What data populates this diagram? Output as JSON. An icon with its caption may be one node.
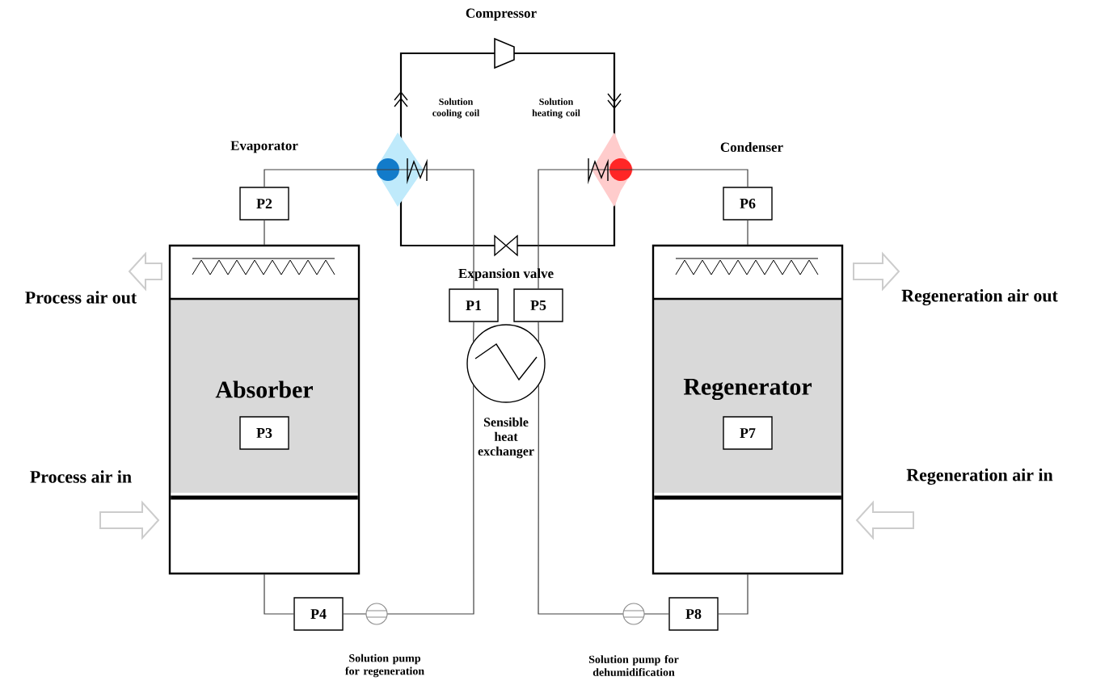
{
  "diagram": {
    "nodes": [
      {
        "text": [
          "Absorber"
        ]
      },
      {
        "text": [
          "P3"
        ],
        "in": 0
      },
      {
        "text": [
          "Regenerator"
        ]
      },
      {
        "text": [
          "P7"
        ],
        "in": 2
      },
      {
        "text": [
          "P2"
        ],
        "beside": [
          "Evaporator"
        ]
      },
      {
        "text": [
          "P6"
        ],
        "beside": [
          "Condenser"
        ]
      },
      {
        "text": [
          "P1"
        ]
      },
      {
        "text": [
          "P5"
        ]
      },
      {
        "text": [
          "P4"
        ],
        "beside": [
          "Solution pump for regeneration"
        ]
      },
      {
        "text": [
          "P8"
        ],
        "beside": [
          "Solution pump for dehumidification"
        ]
      },
      {
        "text": [
          "Sensible heat exchanger"
        ]
      }
    ],
    "edges": [
      {
        "from": 4,
        "to": 0,
        "arrow": "none"
      },
      {
        "from": 4,
        "to": 6,
        "arrow": "none"
      },
      {
        "from": 6,
        "to": 10,
        "arrow": "none"
      },
      {
        "from": 10,
        "to": 8,
        "arrow": "none"
      },
      {
        "from": 8,
        "to": 0,
        "arrow": "none"
      },
      {
        "from": 5,
        "to": 2,
        "arrow": "none"
      },
      {
        "from": 5,
        "to": 7,
        "arrow": "none"
      },
      {
        "from": 7,
        "to": 10,
        "arrow": "none"
      },
      {
        "from": 10,
        "to": 9,
        "arrow": "none"
      },
      {
        "from": 9,
        "to": 2,
        "arrow": "none"
      }
    ],
    "labels": [
      "Compressor",
      "Solution cooling coil",
      "Solution heating coil",
      "Expansion valve",
      "Process air out",
      "Regeneration air out",
      "Process air in",
      "Regeneration air in"
    ]
  }
}
